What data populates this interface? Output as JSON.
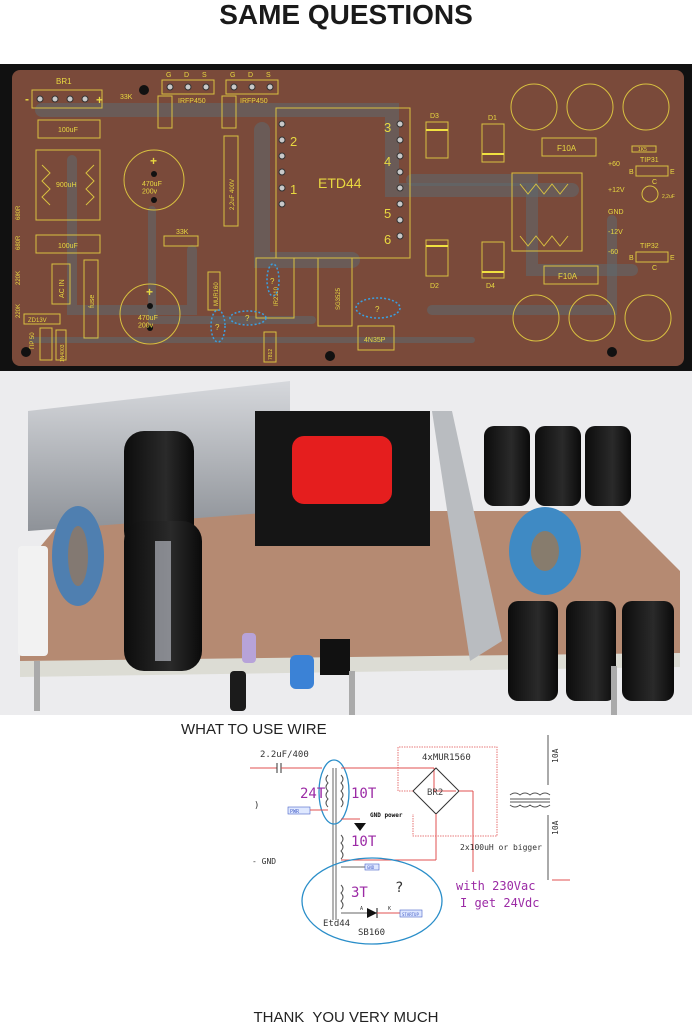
{
  "page": {
    "title": "SAME QUESTIONS",
    "question": "WHAT TO USE WIRE",
    "footer": "THANK  YOU VERY MUCH"
  },
  "pcb": {
    "labels": {
      "br1": "BR1",
      "minus": "-",
      "plus": "+",
      "r33k_top": "33K",
      "mosfet1": "IRFP450",
      "mosfet2": "IRFP450",
      "gds": [
        "G",
        "D",
        "S"
      ],
      "cap100_top": "100uF",
      "inductor": "900uH",
      "cap470_top": "470uF\n200v",
      "cap2u2": "2,2uF 400V",
      "etd": "ETD44",
      "pins": [
        "2",
        "1",
        "3",
        "4",
        "5",
        "6"
      ],
      "d1": "D1",
      "d2": "D2",
      "d3": "D3",
      "d4": "D4",
      "fuse_top": "F10A",
      "fuse_bottom": "F10A",
      "tip31": "TIP31",
      "tip32": "TIP32",
      "bce": [
        "B",
        "C",
        "E"
      ],
      "rails": [
        "+60",
        "+12V",
        "GND",
        "-12V",
        "-60"
      ],
      "cap2u2_small": "2,2uF",
      "r1k5": "1K5",
      "r680_1": "680R",
      "r680_2": "680R",
      "r220k_1": "220K",
      "r220k_2": "220K",
      "zener": "ZD13V",
      "tip50": "TIP 50",
      "diode_1n4003": "1N4003",
      "ac_in": "AC IN",
      "fuse_label": "fuse",
      "cap100_bottom": "100uF",
      "r33k_mid": "33K",
      "cap470_bottom": "470uF\n200v",
      "mur160": "MUR160",
      "ir2110": "IR2110",
      "sg3525": "SG3525",
      "reg7812": "7812",
      "opto": "4N35P",
      "question_marks": [
        "?",
        "?",
        "?",
        "?"
      ]
    }
  },
  "schematic": {
    "cap": "2.2uF/400",
    "primary_turns": "24T",
    "secondary_turns": "10T",
    "secondary2_turns": "10T",
    "aux_turns": "3T",
    "bridge_part": "4xMUR1560",
    "bridge_ref": "BR2",
    "gnd_power": "GND power",
    "inductors": "2x100uH or bigger",
    "fuse1": "10A",
    "fuse2": "10A",
    "core": "Etd44",
    "diode": "SB160",
    "question": "?",
    "note_line1": "with 230Vac",
    "note_line2": "I get 24Vdc",
    "gnd_left": "- GND",
    "paren": ")",
    "tag_pwr": "PWR",
    "tag_gnd": "GND",
    "tag_startup": "STARTUP",
    "pin_a": "A",
    "pin_k": "K"
  }
}
